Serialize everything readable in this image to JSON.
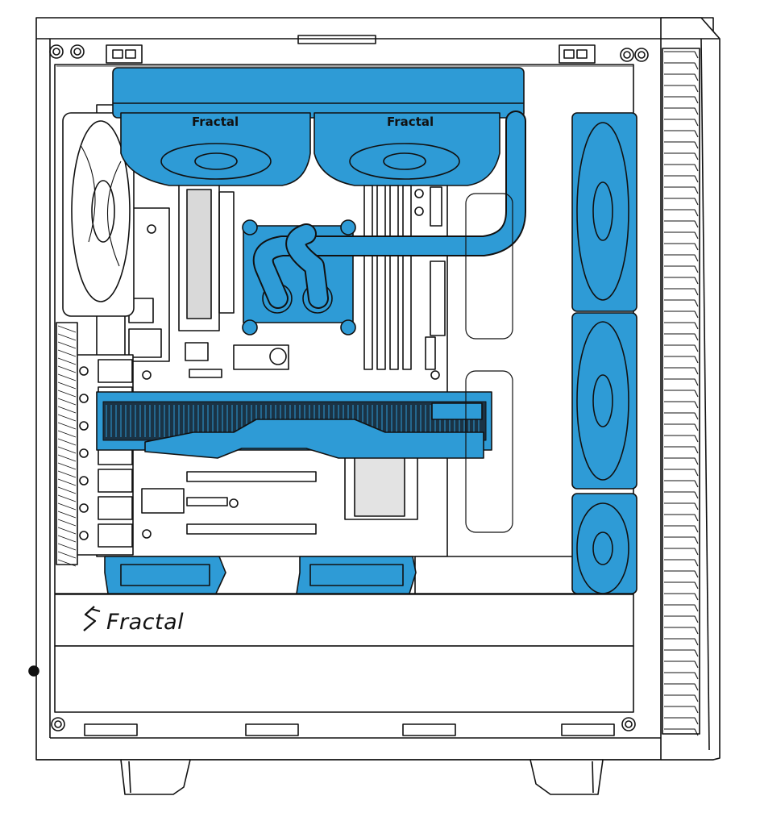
{
  "brand": {
    "name": "Fractal",
    "logo_icon": "fractal-f-logo"
  },
  "fan_logo_text": "Fractal",
  "colors": {
    "cooling_accent": "#2e9bd6",
    "outline": "#111111",
    "background": "#ffffff"
  },
  "components": {
    "top_radiator_fans": 2,
    "front_fans": 3,
    "bottom_fans": 2,
    "rear_fans": 1,
    "graphics_cards": 1,
    "cpu_block": 1
  }
}
